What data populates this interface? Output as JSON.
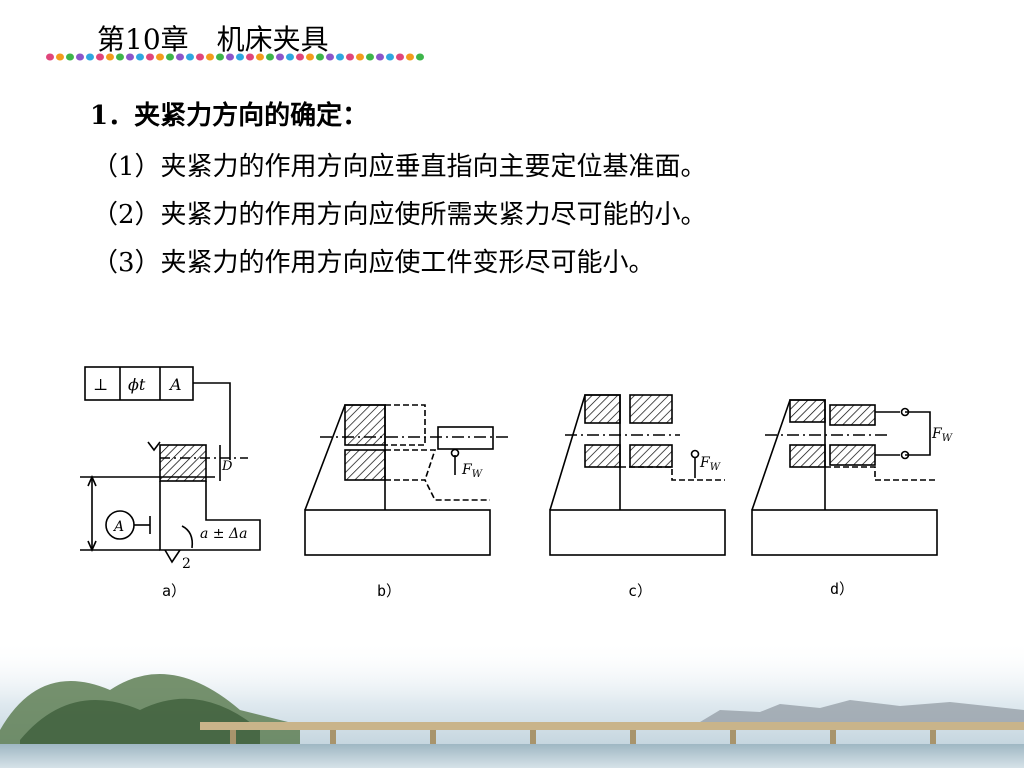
{
  "header": {
    "chapter_title": "第10章　机床夹具"
  },
  "content": {
    "heading": "1．夹紧力方向的确定：",
    "points": [
      "（1）夹紧力的作用方向应垂直指向主要定位基准面。",
      "（2）夹紧力的作用方向应使所需夹紧力尽可能的小。",
      "（3）夹紧力的作用方向应使工件变形尽可能小。"
    ]
  },
  "figure": {
    "captions": [
      "a）",
      "b）",
      "c）",
      "d）"
    ],
    "labels": {
      "perp": "⊥",
      "phi_t": "ϕt",
      "datum": "A",
      "dim_d": "D",
      "circle_a": "A",
      "a_pm": "a ± Δa",
      "two": "2",
      "fw": "F",
      "fw_sub": "W"
    }
  },
  "colors": {
    "dots": [
      "#e0457b",
      "#f29b1c",
      "#3db54a",
      "#8b55c9",
      "#2fa7e0"
    ]
  }
}
